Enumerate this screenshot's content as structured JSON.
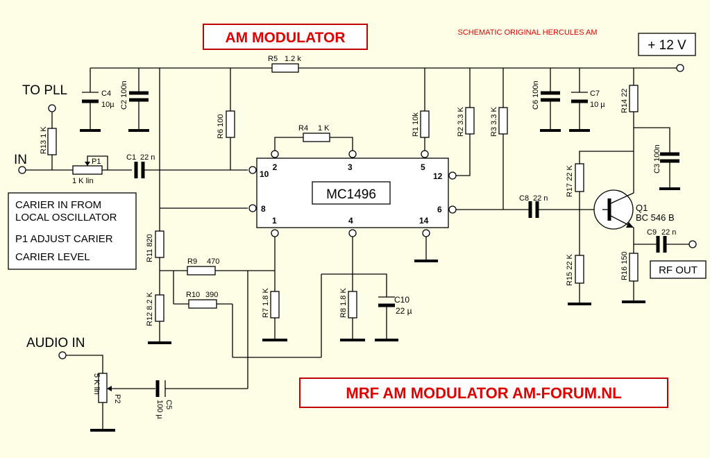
{
  "title": "AM MODULATOR",
  "subtitle": "SCHEMATIC ORIGINAL HERCULES AM",
  "footer": "MRF AM MODULATOR   AM-FORUM.NL",
  "supply": "+ 12 V",
  "ic": {
    "name": "MC1496",
    "pins": {
      "p2": "2",
      "p3": "3",
      "p5": "5",
      "p10": "10",
      "p12": "12",
      "p8": "8",
      "p6": "6",
      "p1": "1",
      "p4": "4",
      "p14": "14"
    }
  },
  "labels": {
    "to_pll": "TO PLL",
    "in": "IN",
    "audio_in": "AUDIO IN",
    "rf_out": "RF OUT",
    "note_lines": [
      "CARIER IN FROM",
      "LOCAL OSCILLATOR",
      "P1  ADJUST CARIER",
      "CARIER LEVEL"
    ]
  },
  "components": {
    "R5": {
      "ref": "R5",
      "value": "1.2 k"
    },
    "R4": {
      "ref": "R4",
      "value": "1 K"
    },
    "R13": {
      "ref": "R13",
      "value": "1 K"
    },
    "P1": {
      "ref": "P1",
      "value": "1 K lin"
    },
    "C1": {
      "ref": "C1",
      "value": "22 n"
    },
    "C4": {
      "ref": "C4",
      "value": "10µ"
    },
    "C2": {
      "ref": "C2",
      "value": "100n"
    },
    "R6": {
      "ref": "R6",
      "value": "100"
    },
    "R1": {
      "ref": "R1",
      "value": "10k"
    },
    "R2": {
      "ref": "R2",
      "value": "3.3 K"
    },
    "R3": {
      "ref": "R3",
      "value": "3.3 K"
    },
    "C6": {
      "ref": "C6",
      "value": "100n"
    },
    "C7": {
      "ref": "C7",
      "value": "10 µ"
    },
    "R14": {
      "ref": "R14",
      "value": "22"
    },
    "C3": {
      "ref": "C3",
      "value": "100n"
    },
    "R17": {
      "ref": "R17",
      "value": "22 K"
    },
    "Q1": {
      "ref": "Q1",
      "value": "BC 546 B"
    },
    "C8": {
      "ref": "C8",
      "value": "22 n"
    },
    "C9": {
      "ref": "C9",
      "value": "22 n"
    },
    "R15": {
      "ref": "R15",
      "value": "22 K"
    },
    "R16": {
      "ref": "R16",
      "value": "150"
    },
    "R11": {
      "ref": "R11",
      "value": "820"
    },
    "R12": {
      "ref": "R12",
      "value": "8.2 K"
    },
    "R9": {
      "ref": "R9",
      "value": "470"
    },
    "R10": {
      "ref": "R10",
      "value": "390"
    },
    "R7": {
      "ref": "R7",
      "value": "1.8 K"
    },
    "R8": {
      "ref": "R8",
      "value": "1.8 K"
    },
    "C10": {
      "ref": "C10",
      "value": "22 µ"
    },
    "P2": {
      "ref": "P2",
      "value": "5 K lin"
    },
    "C5": {
      "ref": "C5",
      "value": "100 µ"
    }
  }
}
